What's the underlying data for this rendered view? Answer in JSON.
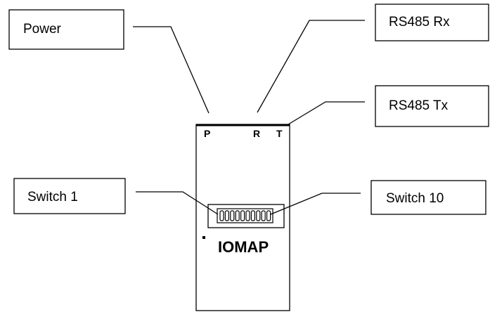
{
  "callouts": {
    "power": "Power",
    "rs485_rx": "RS485 Rx",
    "rs485_tx": "RS485 Tx",
    "switch_1": "Switch 1",
    "switch_10": "Switch 10"
  },
  "module": {
    "led_labels": [
      "P",
      "R",
      "T"
    ],
    "name": "IOMAP",
    "dip_switch_count": 10
  }
}
